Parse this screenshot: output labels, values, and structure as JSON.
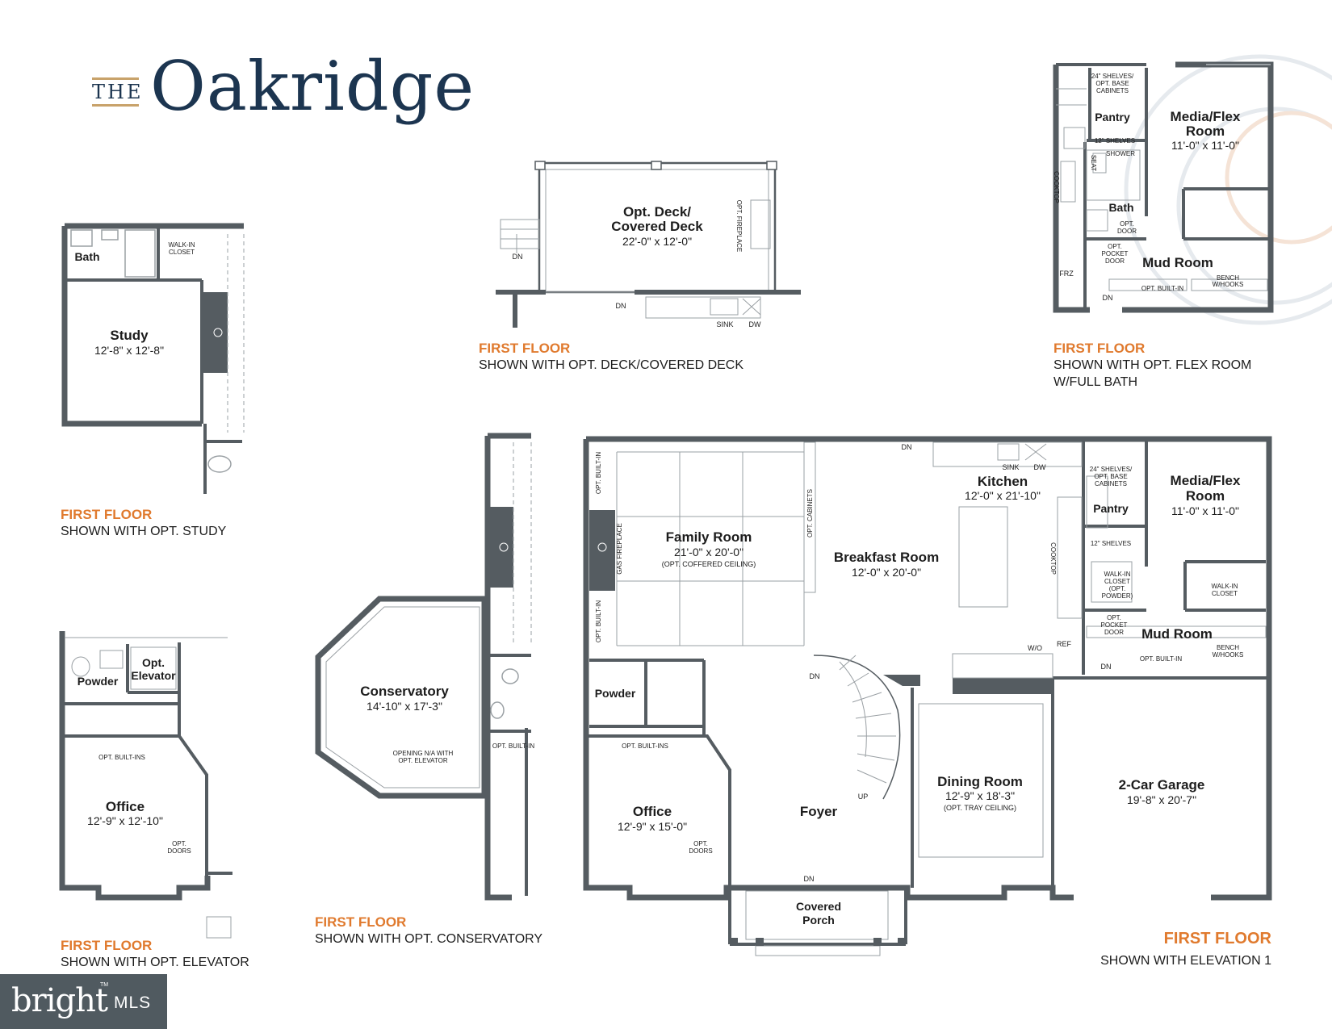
{
  "brand": {
    "prefix": "THE",
    "name": "Oakridge"
  },
  "mls": {
    "logo_text": "bright",
    "mls_text": "MLS",
    "trademark": "TM"
  },
  "colors": {
    "wall": "#555c61",
    "line": "#9aa0a4",
    "caption_accent": "#e07a2e",
    "brand_navy": "#1c3550",
    "brand_gold": "#c8a26a"
  },
  "captions": [
    {
      "id": "study",
      "title": "FIRST FLOOR",
      "subtitle": "SHOWN WITH OPT. STUDY"
    },
    {
      "id": "deck",
      "title": "FIRST FLOOR",
      "subtitle": "SHOWN WITH OPT. DECK/COVERED DECK"
    },
    {
      "id": "flex",
      "title": "FIRST FLOOR",
      "subtitle": "SHOWN WITH OPT. FLEX ROOM",
      "subtitle2": "W/FULL BATH"
    },
    {
      "id": "elevator",
      "title": "FIRST FLOOR",
      "subtitle": "SHOWN WITH OPT. ELEVATOR"
    },
    {
      "id": "conservatory",
      "title": "FIRST FLOOR",
      "subtitle": "SHOWN WITH OPT. CONSERVATORY"
    },
    {
      "id": "main",
      "title": "FIRST FLOOR",
      "subtitle": "SHOWN WITH ELEVATION 1"
    }
  ],
  "rooms": [
    {
      "id": "study-bath",
      "name": "Bath"
    },
    {
      "id": "study-closet",
      "name": "WALK-IN",
      "name2": "CLOSET"
    },
    {
      "id": "study",
      "name": "Study",
      "dim": "12'-8\" x 12'-8\""
    },
    {
      "id": "deck",
      "name": "Opt. Deck/",
      "name2": "Covered Deck",
      "dim": "22'-0\" x 12'-0\""
    },
    {
      "id": "flex-pantry",
      "name": "Pantry"
    },
    {
      "id": "flex-media",
      "name": "Media/Flex",
      "name2": "Room",
      "dim": "11'-0\" x 11'-0\""
    },
    {
      "id": "flex-bath",
      "name": "Bath"
    },
    {
      "id": "flex-mud",
      "name": "Mud Room"
    },
    {
      "id": "elev-powder",
      "name": "Powder"
    },
    {
      "id": "elev-elevator",
      "name": "Opt.",
      "name2": "Elevator"
    },
    {
      "id": "elev-office",
      "name": "Office",
      "dim": "12'-9\" x 12'-10\""
    },
    {
      "id": "conservatory",
      "name": "Conservatory",
      "dim": "14'-10\" x 17'-3\""
    },
    {
      "id": "family",
      "name": "Family Room",
      "dim": "21'-0\" x 20'-0\"",
      "note": "(OPT. COFFERED CEILING)"
    },
    {
      "id": "breakfast",
      "name": "Breakfast Room",
      "dim": "12'-0\" x 20'-0\""
    },
    {
      "id": "kitchen",
      "name": "Kitchen",
      "dim": "12'-0\" x 21'-10\""
    },
    {
      "id": "main-pantry",
      "name": "Pantry"
    },
    {
      "id": "main-media",
      "name": "Media/Flex",
      "name2": "Room",
      "dim": "11'-0\" x 11'-0\""
    },
    {
      "id": "main-mud",
      "name": "Mud Room"
    },
    {
      "id": "main-powder",
      "name": "Powder"
    },
    {
      "id": "main-office",
      "name": "Office",
      "dim": "12'-9\" x 15'-0\""
    },
    {
      "id": "foyer",
      "name": "Foyer"
    },
    {
      "id": "dining",
      "name": "Dining Room",
      "dim": "12'-9\" x 18'-3\"",
      "note": "(OPT. TRAY CEILING)"
    },
    {
      "id": "garage",
      "name": "2-Car Garage",
      "dim": "19'-8\" x 20'-7\""
    },
    {
      "id": "porch",
      "name": "Covered",
      "name2": "Porch"
    }
  ],
  "labels": {
    "dn": "DN",
    "up": "UP",
    "sink": "SINK",
    "dw": "DW",
    "ref": "REF",
    "wo": "W/O",
    "frz": "FRZ",
    "opt_fireplace": "OPT. FIREPLACE",
    "gas_fireplace": "GAS FIREPLACE",
    "shelves24": "24\" SHELVES/",
    "opt_base": "OPT. BASE",
    "cabinets": "CABINETS",
    "shelves12": "12\" SHELVES",
    "shower": "SHOWER",
    "seat": "SEAT",
    "cooktop": "COOKTOP",
    "opt_door": "OPT.",
    "door": "DOOR",
    "opt_pocket": "OPT.",
    "pocket": "POCKET",
    "bench": "BENCH",
    "w_hooks": "W/HOOKS",
    "opt_builtin": "OPT. BUILT-IN",
    "opt_builtins": "OPT. BUILT-INS",
    "opt_cabinets": "OPT. CABINETS",
    "opt_doors1": "OPT.",
    "opt_doors2": "DOORS",
    "opening1": "OPENING N/A WITH",
    "opening2": "OPT. ELEVATOR",
    "walkin": "WALK-IN",
    "closet": "CLOSET",
    "opt_powder1": "(OPT.",
    "opt_powder2": "POWDER)"
  }
}
